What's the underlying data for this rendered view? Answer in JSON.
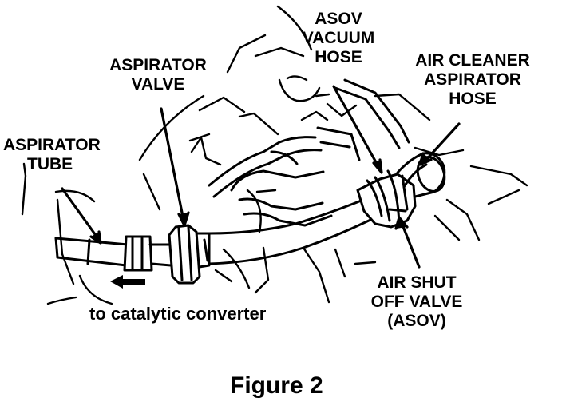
{
  "labels": {
    "asov_vacuum_hose": [
      "ASOV",
      "VACUUM",
      "HOSE"
    ],
    "aspirator_valve": [
      "ASPIRATOR",
      "VALVE"
    ],
    "air_cleaner_aspirator_hose": [
      "AIR CLEANER",
      "ASPIRATOR",
      "HOSE"
    ],
    "aspirator_tube": [
      "ASPIRATOR",
      "TUBE"
    ],
    "air_shut_off_valve": [
      "AIR SHUT",
      "OFF VALVE",
      "(ASOV)"
    ]
  },
  "flow_note": "to catalytic converter",
  "caption": "Figure 2",
  "colors": {
    "ink": "#000000",
    "paper": "#ffffff"
  }
}
